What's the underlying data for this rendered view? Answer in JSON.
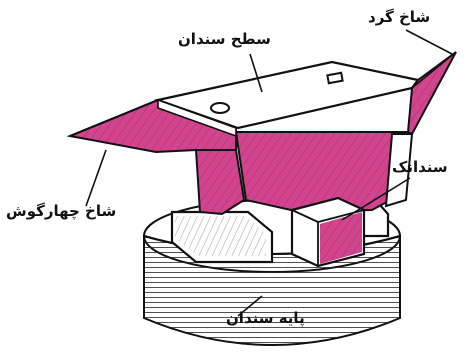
{
  "labels": {
    "round_horn": "شاخ گرد",
    "anvil_face": "سطح سندان",
    "hardy": "سندانک",
    "square_horn": "شاخ چهارگوش",
    "anvil_base": "پایه سندان"
  },
  "colors": {
    "accent": "#d2448f",
    "ink": "#111111"
  }
}
